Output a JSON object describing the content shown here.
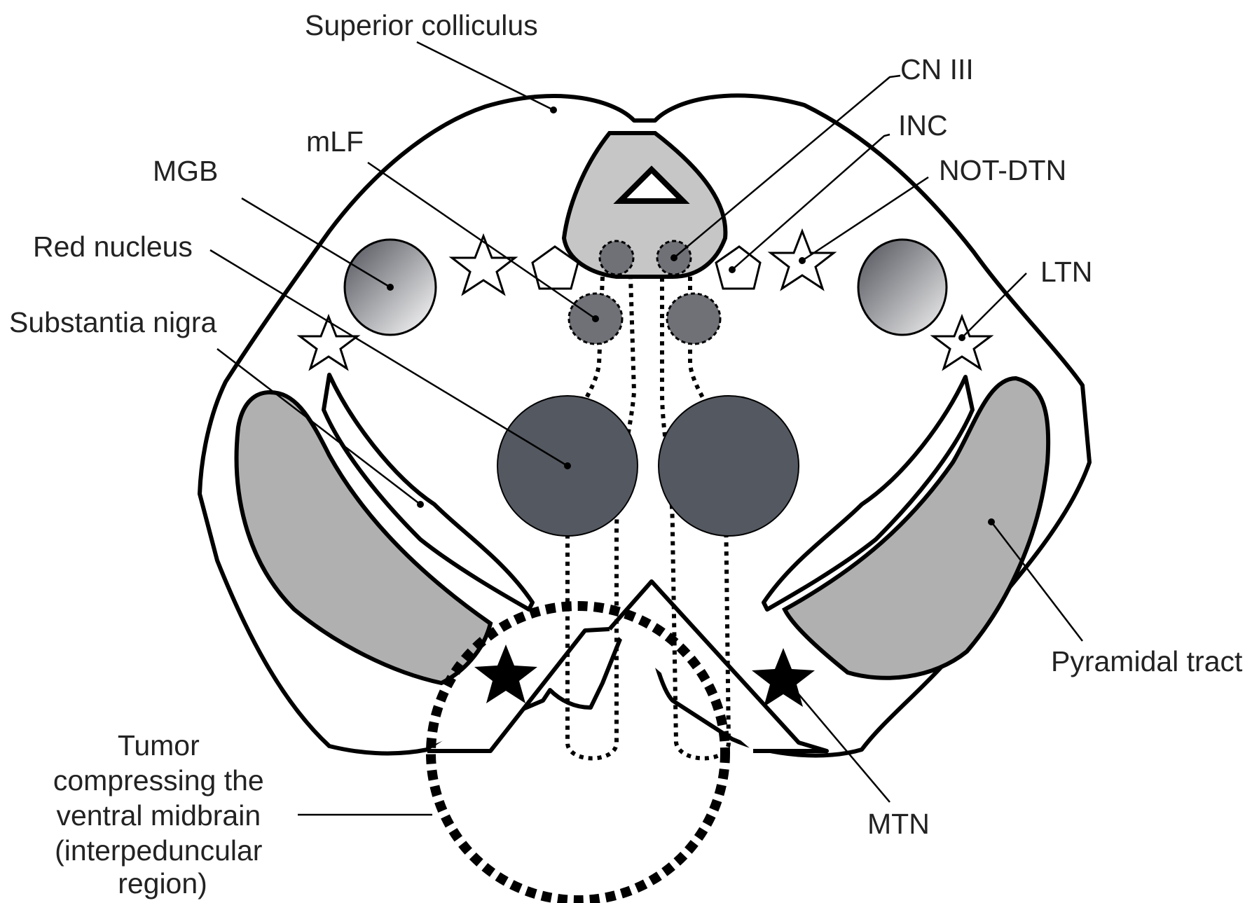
{
  "labels": {
    "superior_colliculus": "Superior colliculus",
    "cn3": "CN III",
    "mlf": "mLF",
    "inc": "INC",
    "mgb": "MGB",
    "not_dtn": "NOT-DTN",
    "red_nucleus": "Red nucleus",
    "ltn": "LTN",
    "substantia_nigra": "Substantia nigra",
    "pyramidal_tract": "Pyramidal tract",
    "tumor_lines": [
      "Tumor",
      "compressing the",
      "ventral midbrain",
      "(interpeduncular",
      "region)"
    ],
    "mtn": "MTN"
  },
  "colors": {
    "outline": "#000000",
    "aqueduct_gray": "#c6c6c6",
    "pyramidal_gray": "#b0b0b0",
    "red_nucleus_fill": "#545860",
    "small_nucleus_fill": "#6f7177",
    "mgb_gradient_dark": "#4e5058",
    "mgb_gradient_light": "#ffffff"
  }
}
